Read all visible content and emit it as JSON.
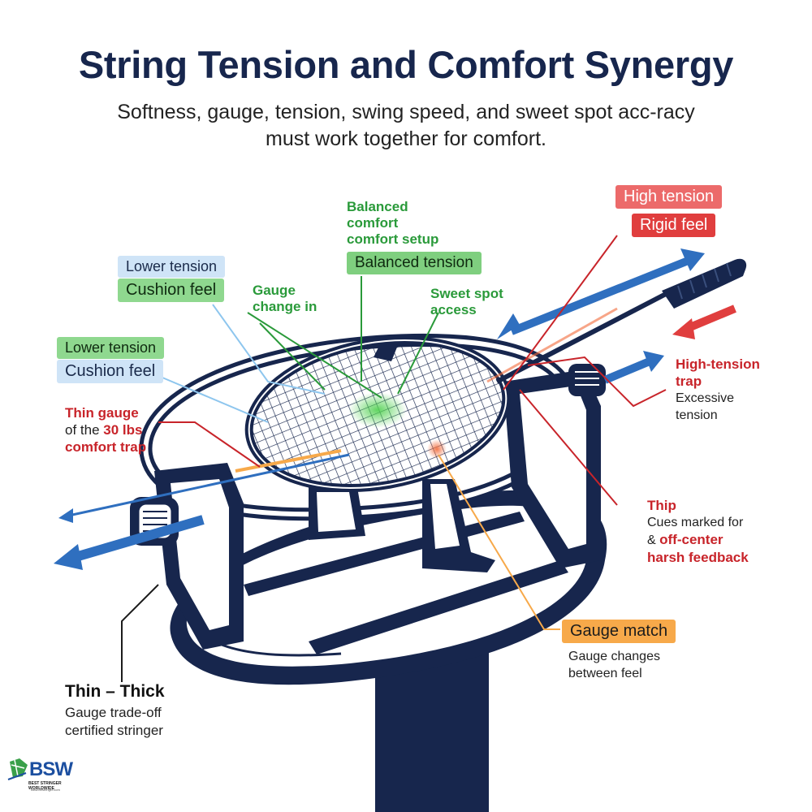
{
  "header": {
    "title": "String Tension and Comfort Synergy",
    "subtitle": "Softness, gauge, tension, swing speed, and sweet spot acc-racy must work together for comfort."
  },
  "labels": {
    "balanced_comfort": "Balanced comfort comfort setup",
    "balanced_tension": "Balanced tension",
    "gauge_change": "Gauge change in",
    "sweet_spot": "Sweet spot access",
    "lower_tension_1": "Lower tension",
    "cushion_feel_1": "Cushion feel",
    "lower_tension_2": "Lower tension",
    "cushion_feel_2": "Cushion feel",
    "thin_gauge_a": "Thin gauge",
    "thin_gauge_b": "of the",
    "thin_gauge_c": "30 lbs",
    "thin_gauge_d": "comfort trap",
    "high_tension": "High tension",
    "rigid_feel": "Rigid feel",
    "high_tension_trap": "High-tension trap",
    "excessive_tension": "Excessive tension",
    "thip": "Thip",
    "cues_marked": "Cues marked for",
    "off_center_amp": "&",
    "off_center": "off-center",
    "harsh_feedback": "harsh feedback",
    "gauge_match": "Gauge match",
    "gauge_changes": "Gauge changes between feel",
    "thin_thick": "Thin – Thick",
    "gauge_tradeoff": "Gauge trade-off certified stringer"
  },
  "logo": {
    "name": "BSW",
    "tagline": "BEST STRINGER WORLDWIDE",
    "url": "www.bestringer.com"
  },
  "colors": {
    "navy": "#17264d",
    "green": "#2a9a3a",
    "red": "#c8242a",
    "blue_arrow": "#2f6fbf",
    "orange": "#f7a94a"
  }
}
